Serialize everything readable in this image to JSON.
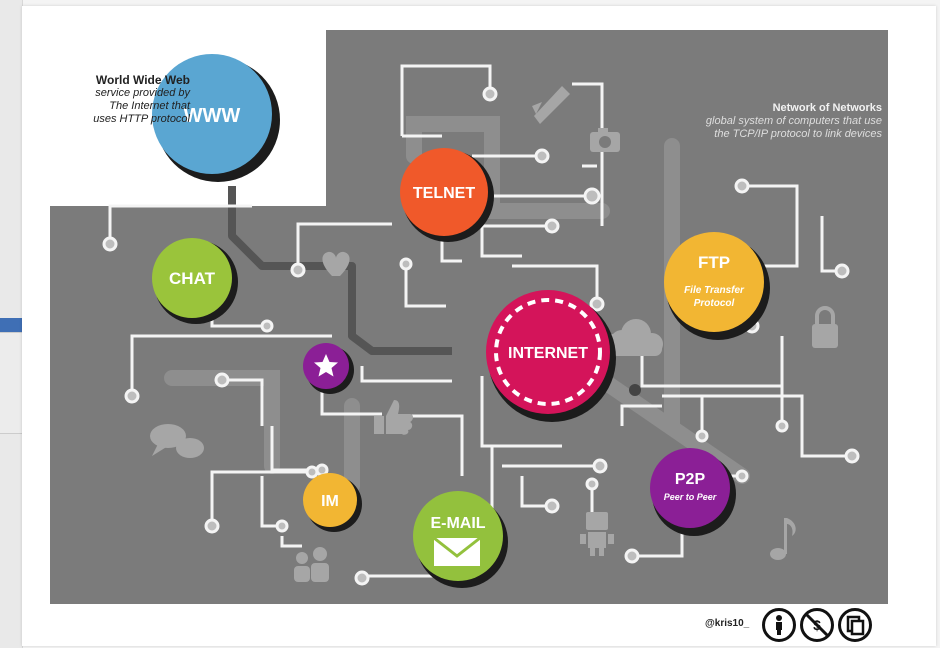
{
  "www": {
    "label": "WWW",
    "title": "World Wide Web",
    "desc_lines": [
      "service provided by",
      "The Internet that",
      "uses HTTP protocol"
    ]
  },
  "network": {
    "title": "Network of Networks",
    "desc_lines": [
      "global system of computers that use",
      "the TCP/IP protocol to link devices"
    ]
  },
  "nodes": {
    "internet": "INTERNET",
    "telnet": "TELNET",
    "chat": "CHAT",
    "ftp": "FTP",
    "ftp_sub": [
      "File Transfer",
      "Protocol"
    ],
    "im": "IM",
    "email": "E-MAIL",
    "p2p": "P2P",
    "p2p_sub": "Peer to Peer"
  },
  "credit": "@kris10_",
  "colors": {
    "background_gray": "#7b7b7b",
    "line_white": "#f4f4f4",
    "line_dark": "#555555",
    "www": "#5aa6d2",
    "internet": "#d4145a",
    "telnet": "#f0592a",
    "chat": "#9ac43b",
    "ftp": "#f2b633",
    "im": "#f2b633",
    "email": "#93c13d",
    "p2p": "#8b1f96",
    "star": "#8b1f96"
  },
  "icons": [
    "rocket-icon",
    "camera-icon",
    "heart-icon",
    "cloud-icon",
    "lock-icon",
    "thumbs-up-icon",
    "chat-bubbles-icon",
    "people-icon",
    "robot-icon",
    "music-note-icon",
    "star-icon",
    "envelope-icon"
  ]
}
